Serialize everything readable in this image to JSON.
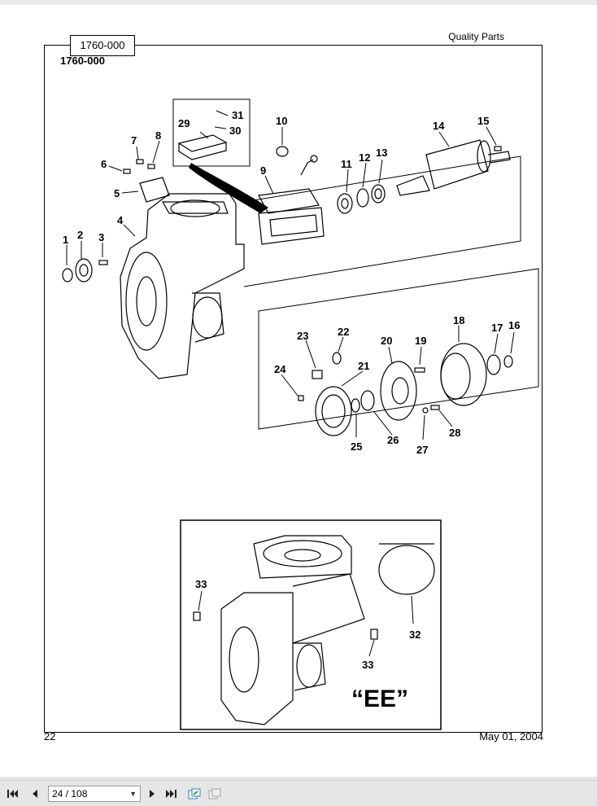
{
  "header": {
    "tab_label": "1760-000",
    "brand": "Quality Parts",
    "part_number": "1760-000"
  },
  "footer": {
    "page_number": "22",
    "date": "May 01, 2004"
  },
  "diagram": {
    "callouts": [
      "1",
      "2",
      "3",
      "4",
      "5",
      "6",
      "7",
      "8",
      "9",
      "10",
      "11",
      "12",
      "13",
      "14",
      "15",
      "16",
      "17",
      "18",
      "19",
      "20",
      "21",
      "22",
      "23",
      "24",
      "25",
      "26",
      "27",
      "28",
      "29",
      "30",
      "31",
      "32",
      "33",
      "33"
    ],
    "inset_label": "“EE”"
  },
  "viewer": {
    "page_indicator": "24 / 108",
    "icons": [
      "first-page-icon",
      "prev-page-icon",
      "next-page-icon",
      "last-page-icon",
      "fit-page-icon",
      "single-page-icon"
    ]
  }
}
